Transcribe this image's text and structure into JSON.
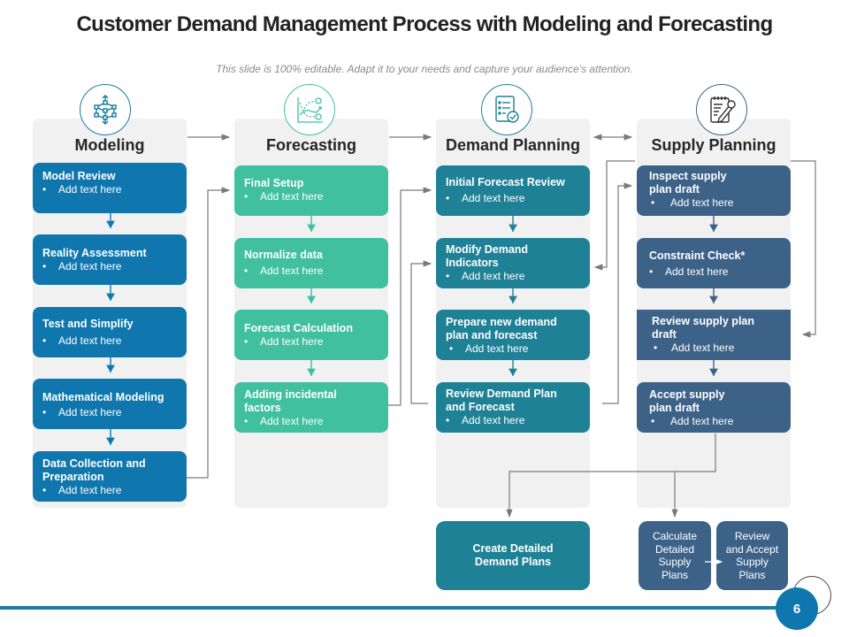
{
  "title": "Customer Demand Management Process with Modeling and Forecasting",
  "subtitle": "This slide is 100% editable. Adapt it to your needs and capture your audience’s attention.",
  "colors": {
    "modeling": "#0f77ad",
    "forecasting": "#40c09e",
    "demand": "#1f8196",
    "supply": "#3d6288",
    "connector": "#7a7a7a"
  },
  "columns": [
    {
      "heading": "Modeling",
      "icon": "cube-network-icon",
      "steps": [
        {
          "title": "Model Review",
          "bullet": "Add text here"
        },
        {
          "title": "Reality Assessment",
          "bullet": "Add text here"
        },
        {
          "title": "Test and Simplify",
          "bullet": "Add text here"
        },
        {
          "title": "Mathematical Modeling",
          "bullet": "Add text here"
        },
        {
          "title": "Data Collection and Preparation",
          "bullet": "Add text here"
        }
      ]
    },
    {
      "heading": "Forecasting",
      "icon": "forecast-chart-icon",
      "steps": [
        {
          "title": "Final Setup",
          "bullet": "Add text here"
        },
        {
          "title": "Normalize data",
          "bullet": "Add text here"
        },
        {
          "title": "Forecast Calculation",
          "bullet": "Add text here"
        },
        {
          "title": "Adding incidental factors",
          "bullet": "Add text here"
        }
      ]
    },
    {
      "heading": "Demand Planning",
      "icon": "checklist-icon",
      "steps": [
        {
          "title": "Initial Forecast Review",
          "bullet": "Add text here"
        },
        {
          "title": "Modify Demand Indicators",
          "bullet": "Add text here"
        },
        {
          "title": "Prepare new demand plan and forecast",
          "bullet": "Add text here"
        },
        {
          "title": "Review Demand Plan and Forecast",
          "bullet": "Add text here"
        }
      ]
    },
    {
      "heading": "Supply Planning",
      "icon": "clipboard-pencil-icon",
      "steps": [
        {
          "title": "Inspect supply plan draft",
          "bullet": "Add text here"
        },
        {
          "title": "Constraint Check*",
          "bullet": "Add text here"
        },
        {
          "title": "Review supply plan draft",
          "bullet": "Add text here"
        },
        {
          "title": "Accept supply plan draft",
          "bullet": "Add text here"
        }
      ]
    }
  ],
  "outputs": {
    "demand": "Create Detailed Demand Plans",
    "calculate_supply": "Calculate Detailed Supply Plans",
    "review_supply": "Review and Accept Supply Plans"
  },
  "bullet_char": "•",
  "page_number": "6"
}
